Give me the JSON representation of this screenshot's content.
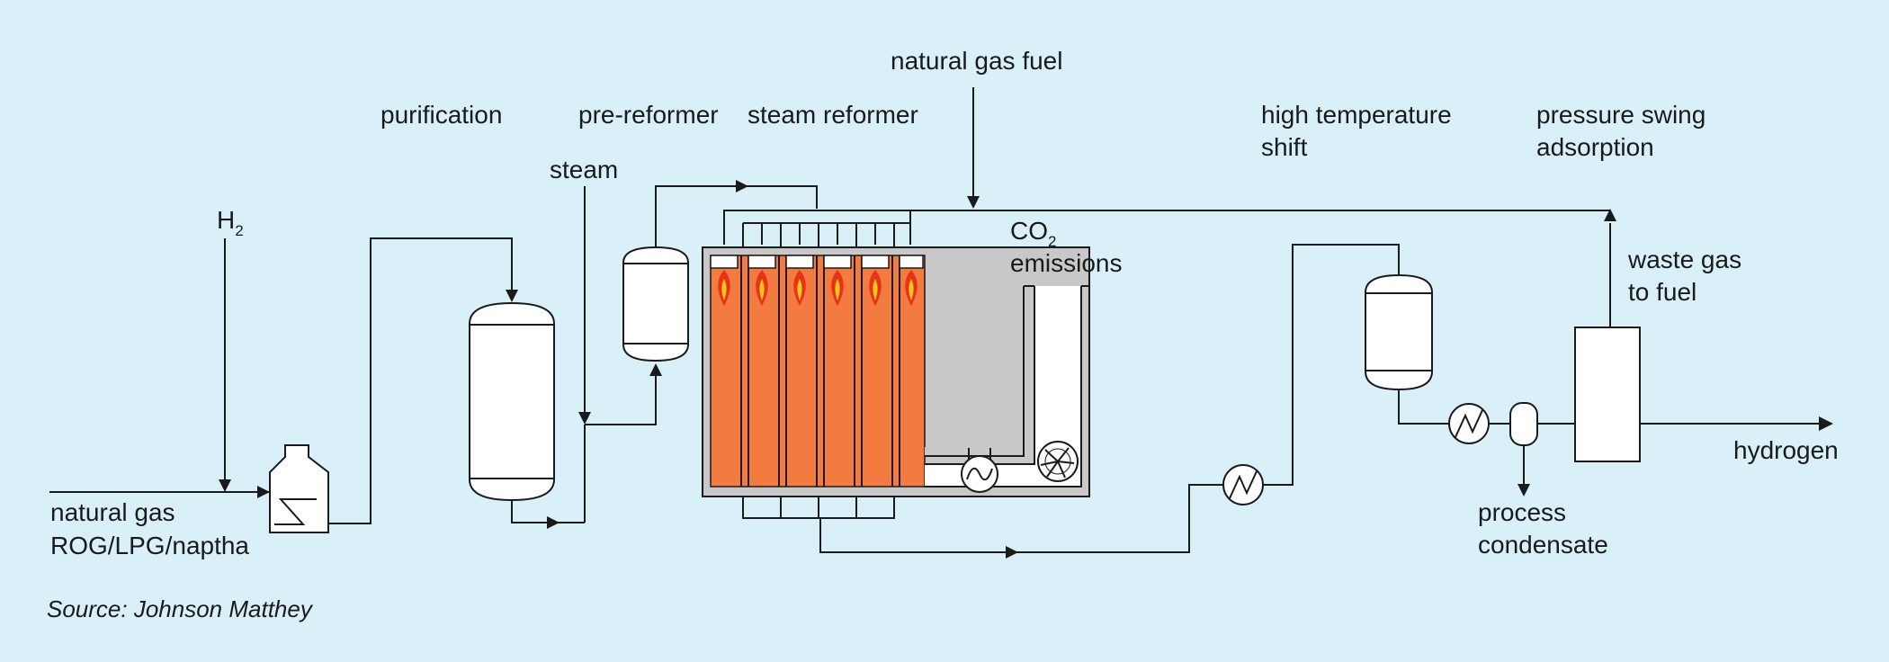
{
  "labels": {
    "natural_gas_fuel": "natural gas fuel",
    "purification": "purification",
    "pre_reformer": "pre-reformer",
    "steam_reformer": "steam reformer",
    "high_temperature_shift_line1": "high temperature",
    "high_temperature_shift_line2": "shift",
    "psa_line1": "pressure swing",
    "psa_line2": "adsorption",
    "steam": "steam",
    "h2_base": "H",
    "h2_sub": "2",
    "co2_base": "CO",
    "co2_sub": "2",
    "emissions": "emissions",
    "waste_gas_line1": "waste gas",
    "waste_gas_line2": "to fuel",
    "feed_line1": "natural gas",
    "feed_line2": "ROG/LPG/naptha",
    "hydrogen": "hydrogen",
    "process_condensate_line1": "process",
    "process_condensate_line2": "condensate"
  },
  "source": "Source: Johnson Matthey",
  "colors": {
    "background": "#d9f0f9",
    "tube": "#f47b3f",
    "flame_outer": "#e8331b",
    "flame_inner": "#f9c51a",
    "furnace_wall": "#c8c8c8",
    "line": "#1a1a1a"
  }
}
